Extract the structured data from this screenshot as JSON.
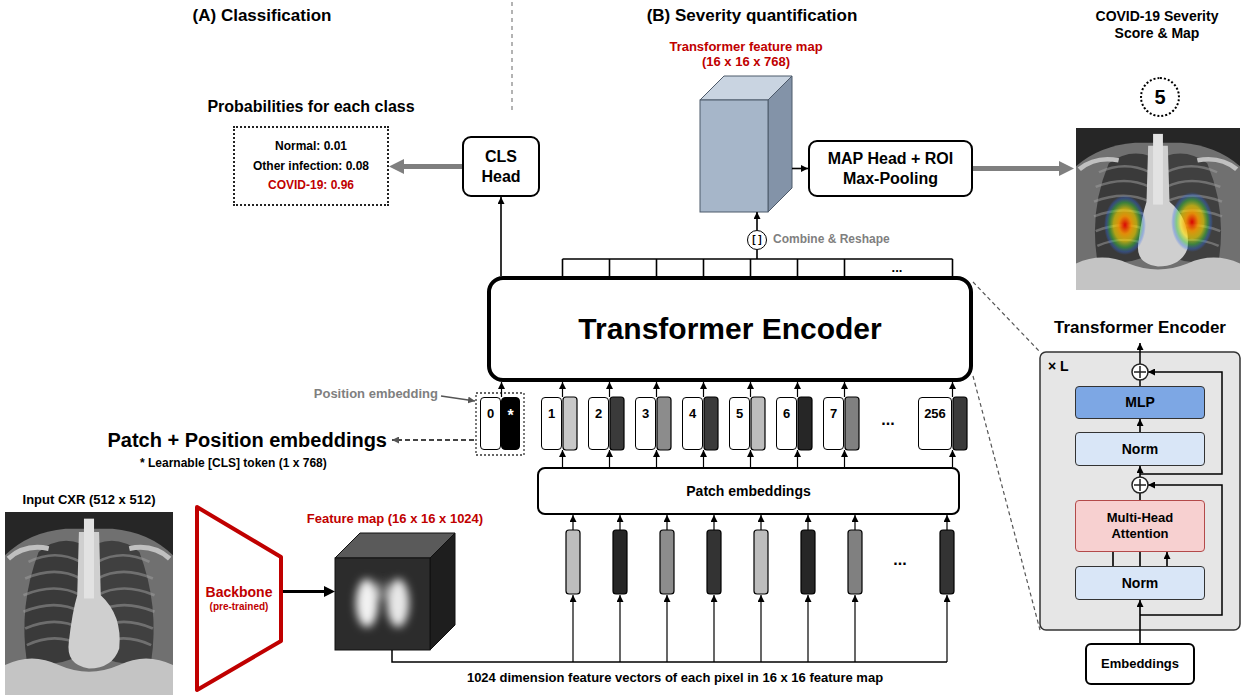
{
  "diagram": {
    "nodes": [
      {
        "text": [
          "Probabilities for each class",
          "Normal: 0.01",
          "Other infection: 0.08",
          "COVID-19: 0.96"
        ]
      },
      {
        "text": [
          "CLS Head"
        ]
      },
      {
        "text": [
          "Transformer feature map (16 x 16 x 768)"
        ]
      },
      {
        "text": [
          "MAP Head + ROI Max-Pooling"
        ]
      },
      {
        "text": [
          "COVID-19 Severity Score & Map"
        ]
      },
      {
        "text": [
          "5"
        ],
        "in": 4
      },
      {
        "text": [
          "[ ]"
        ]
      },
      {
        "text": [
          "Transformer Encoder"
        ]
      },
      {
        "text": [
          "Transformer Encoder",
          "× L"
        ]
      },
      {
        "text": [
          "MLP"
        ],
        "in": 8
      },
      {
        "text": [
          "Norm"
        ],
        "in": 8
      },
      {
        "text": [
          "Multi-Head Attention"
        ],
        "in": 8
      },
      {
        "text": [
          "Norm"
        ],
        "in": 8
      },
      {
        "text": [
          "Embeddings"
        ]
      },
      {
        "text": [
          "0"
        ]
      },
      {
        "text": [
          "*"
        ]
      },
      {
        "text": [
          "1"
        ]
      },
      {
        "text": [
          "2"
        ]
      },
      {
        "text": [
          "3"
        ]
      },
      {
        "text": [
          "4"
        ]
      },
      {
        "text": [
          "5"
        ]
      },
      {
        "text": [
          "6"
        ]
      },
      {
        "text": [
          "7"
        ]
      },
      {
        "text": [
          "256"
        ]
      },
      {
        "text": [
          "Patch embeddings"
        ]
      },
      {
        "text": [
          "Input CXR (512 x 512)"
        ]
      },
      {
        "text": [
          "Backbone",
          "(pre-trained)"
        ]
      },
      {
        "text": [
          "Feature map (16 x 16 x 1024)"
        ]
      }
    ],
    "edges": [
      {
        "from": 7,
        "to": 1,
        "arrow": "to"
      },
      {
        "from": 1,
        "to": 0,
        "arrow": "to"
      },
      {
        "from": 7,
        "to": 6,
        "arrow": "none"
      },
      {
        "from": 6,
        "to": 2,
        "arrow": "to"
      },
      {
        "from": 2,
        "to": 3,
        "arrow": "to"
      },
      {
        "from": 3,
        "to": 4,
        "arrow": "to"
      },
      {
        "from": 7,
        "to": 8,
        "arrow": "none"
      },
      {
        "from": 13,
        "to": 12,
        "arrow": "to"
      },
      {
        "from": 12,
        "to": 11,
        "arrow": "to"
      },
      {
        "from": 11,
        "to": 10,
        "arrow": "to"
      },
      {
        "from": 10,
        "to": 9,
        "arrow": "to"
      },
      {
        "from": 14,
        "to": 7,
        "arrow": "to"
      },
      {
        "from": 16,
        "to": 7,
        "arrow": "to"
      },
      {
        "from": 17,
        "to": 7,
        "arrow": "to"
      },
      {
        "from": 18,
        "to": 7,
        "arrow": "to"
      },
      {
        "from": 19,
        "to": 7,
        "arrow": "to"
      },
      {
        "from": 20,
        "to": 7,
        "arrow": "to"
      },
      {
        "from": 21,
        "to": 7,
        "arrow": "to"
      },
      {
        "from": 22,
        "to": 7,
        "arrow": "to"
      },
      {
        "from": 23,
        "to": 7,
        "arrow": "to"
      },
      {
        "from": 24,
        "to": 16,
        "arrow": "to"
      },
      {
        "from": 24,
        "to": 17,
        "arrow": "to"
      },
      {
        "from": 24,
        "to": 18,
        "arrow": "to"
      },
      {
        "from": 24,
        "to": 19,
        "arrow": "to"
      },
      {
        "from": 24,
        "to": 20,
        "arrow": "to"
      },
      {
        "from": 24,
        "to": 21,
        "arrow": "to"
      },
      {
        "from": 24,
        "to": 22,
        "arrow": "to"
      },
      {
        "from": 24,
        "to": 23,
        "arrow": "to"
      },
      {
        "from": 26,
        "to": 27,
        "arrow": "to"
      }
    ],
    "labels": [
      "(A) Classification",
      "(B) Severity quantification",
      "Combine & Reshape",
      "...",
      "Position embedding",
      "Patch + Position embeddings",
      "* Learnable [CLS] token (1 x 768)",
      "...",
      "...",
      "1024 dimension feature vectors of each pixel in 16 x 16 feature map"
    ]
  }
}
